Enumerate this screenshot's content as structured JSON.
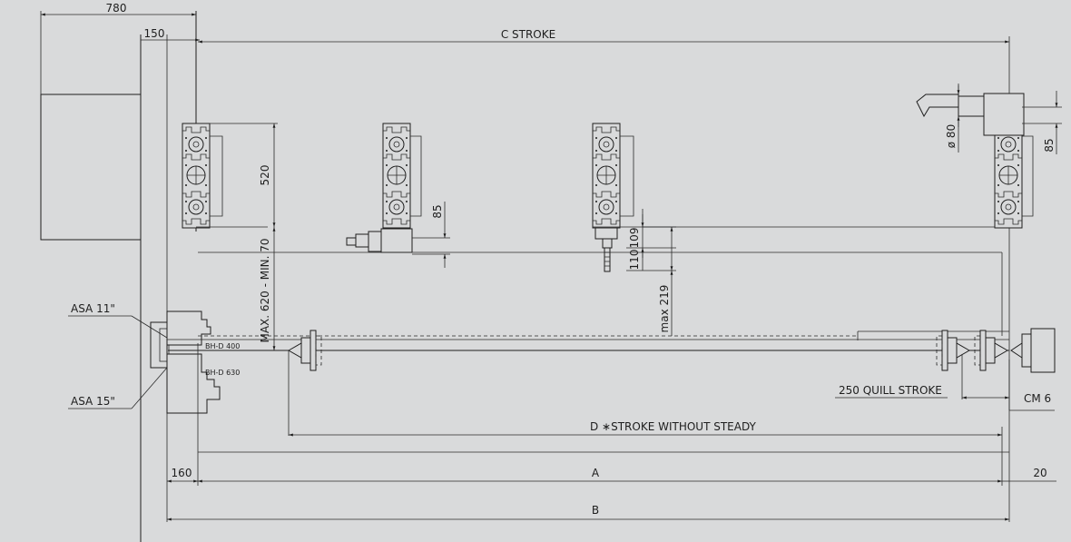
{
  "dimensions": {
    "d780": "780",
    "d150": "150",
    "c_stroke": "C  STROKE",
    "d520": "520",
    "d85_left": "85",
    "d85_right": "85",
    "phi80": "ø 80",
    "d109": "109",
    "d110": "110",
    "max219": "max 219",
    "max620": "MAX. 620 - MIN. 70",
    "d_stroke": "D     ∗STROKE WITHOUT STEADY",
    "d160": "160",
    "a": "A",
    "b": "B",
    "d20": "20",
    "quill": "250 QUILL STROKE"
  },
  "labels": {
    "asa11": "ASA  11\"",
    "asa15": "ASA  15\"",
    "bhd400": "BH-D 400",
    "bhd630": "BH-D 630",
    "cm6": "CM 6"
  },
  "colors": {
    "background": "#d9dadb",
    "line": "#1e1e1e"
  }
}
